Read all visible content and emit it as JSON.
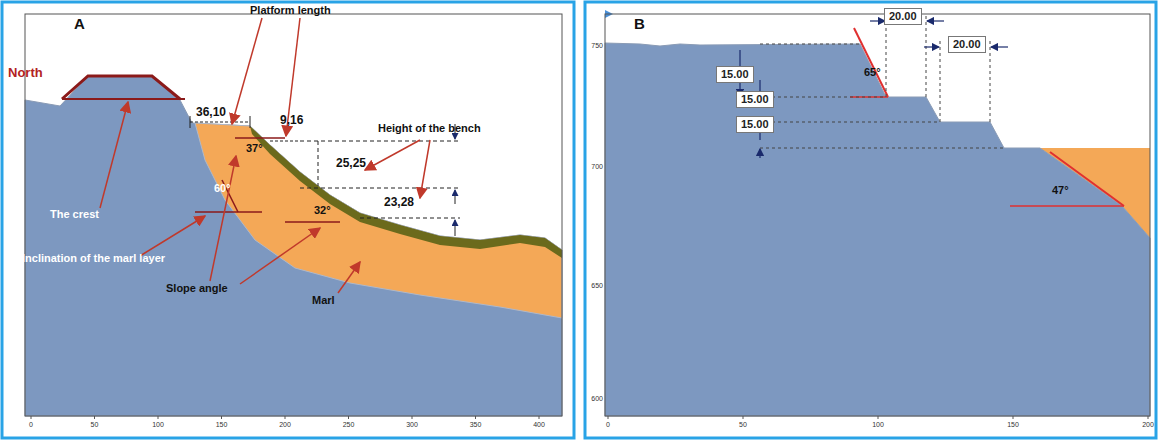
{
  "diagram": {
    "nodes": [
      {
        "text": [
          "15.00"
        ]
      },
      {
        "text": [
          "15.00"
        ]
      },
      {
        "text": [
          "15.00"
        ]
      },
      {
        "text": [
          "20.00"
        ]
      },
      {
        "text": [
          "20.00"
        ]
      }
    ],
    "labels": [
      "North",
      "A",
      "Platform length",
      "36,10",
      "9,16",
      "Height of the bench",
      "25,25",
      "23,28",
      "The crest",
      "60°",
      "37°",
      "32°",
      "Inclination of the marl layer",
      "Slope angle",
      "Marl",
      "0",
      "50",
      "100",
      "150",
      "200",
      "250",
      "300",
      "350",
      "400",
      "B",
      "65°",
      "47°",
      "750",
      "700",
      "650",
      "600",
      "0",
      "50",
      "100",
      "150",
      "200"
    ]
  }
}
